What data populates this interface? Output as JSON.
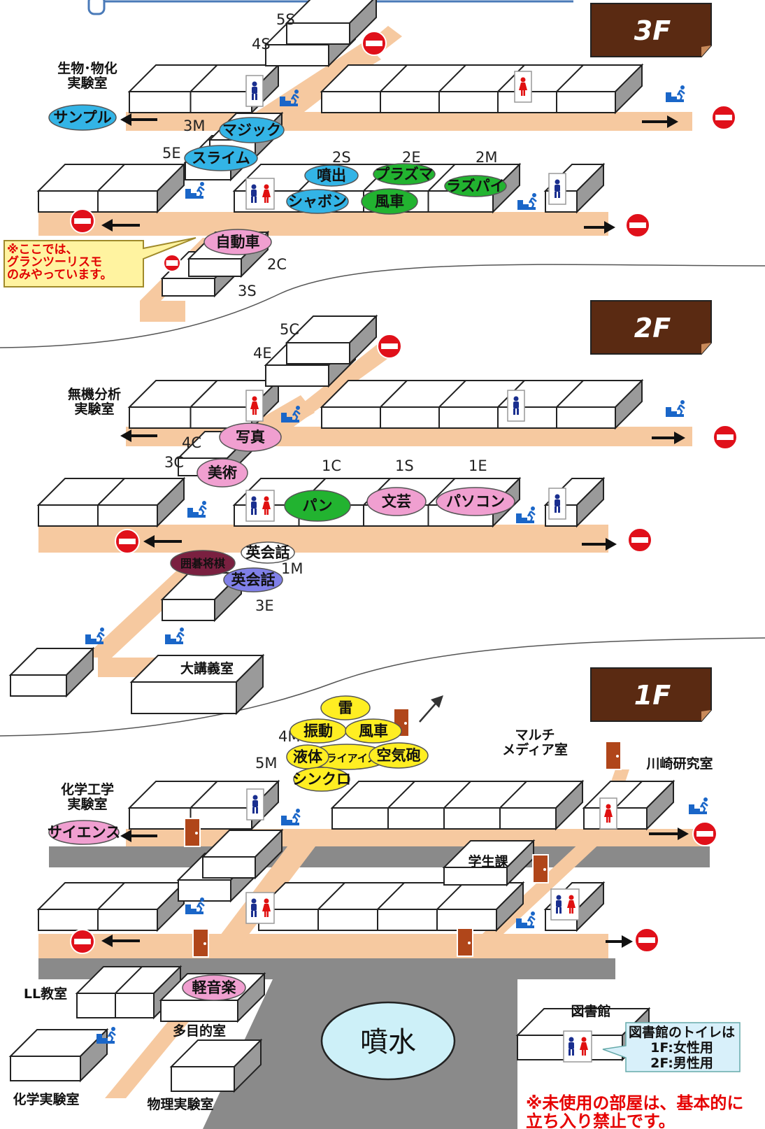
{
  "colors": {
    "corridor": "#f6c9a0",
    "road": "#8a8a8a",
    "banner": "#5a2a12",
    "no_entry": "#e0101a",
    "bubble_blue": "#33b4e6",
    "bubble_green": "#22b330",
    "bubble_pink": "#f09fd0",
    "bubble_yellow": "#ffee22",
    "bubble_purple": "#8080e8",
    "bubble_maroon": "#7a2040",
    "fountain": "#cdf0f8",
    "stair_icon": "#1a66c8",
    "male": "#1a2f8f",
    "female": "#e01010"
  },
  "floors": {
    "f3": {
      "banner": "3F",
      "rooms": {
        "r5s": "5S",
        "r4s": "4S",
        "r3m": "3M",
        "r5e": "5E",
        "r2s": "2S",
        "r2e": "2E",
        "r2m": "2M",
        "r2c": "2C",
        "r3s": "3S"
      },
      "lab_name": "生物･物化\n実験室",
      "note": [
        "※ここでは、",
        "グランツーリスモ",
        "のみやっています。"
      ],
      "bubbles": {
        "sample": "サンプル",
        "magic": "マジック",
        "slime": "スライム",
        "funshutsu": "噴出",
        "shabon": "シャボン",
        "plasma": "プラズマ",
        "fusha": "風車",
        "raspi": "ラズパイ",
        "car": "自動車"
      }
    },
    "f2": {
      "banner": "2F",
      "rooms": {
        "r5c": "5C",
        "r4e": "4E",
        "r4c": "4C",
        "r3c": "3C",
        "r1c": "1C",
        "r1s": "1S",
        "r1e": "1E",
        "r1m": "1M",
        "r3e": "3E"
      },
      "lab_name": "無機分析\n実験室",
      "hall_name": "大講義室",
      "bubbles": {
        "photo": "写真",
        "art": "美術",
        "bread": "パン",
        "literature": "文芸",
        "pc": "パソコン",
        "igo": "囲碁将棋",
        "english_top": "英会話",
        "english_bottom": "英会話"
      }
    },
    "f1": {
      "banner": "1F",
      "rooms": {
        "r4m": "4M",
        "r5m": "5M"
      },
      "chem_eng_lab": "化学工学\n実験室",
      "multimedia": "マルチ\nメディア室",
      "kawasaki": "川崎研究室",
      "student_affairs": "学生課",
      "ll_room": "LL教室",
      "multipurpose": "多目的室",
      "chem_lab": "化学実験室",
      "physics_lab": "物理実験室",
      "library": "図書館",
      "fountain": "噴水",
      "library_toilet_note": [
        "図書館のトイレは",
        "1F:女性用",
        "2F:男性用"
      ],
      "footer_note": [
        "※未使用の部屋は、基本的に",
        "立ち入り禁止です。"
      ],
      "bubbles": {
        "thunder": "雷",
        "vibration": "振動",
        "windmill": "風車",
        "liquid": "液体",
        "dryice": "ドライアイス",
        "aircannon": "空気砲",
        "synchro": "シンクロ",
        "science": "サイエンス",
        "lightmusic": "軽音楽"
      }
    }
  }
}
